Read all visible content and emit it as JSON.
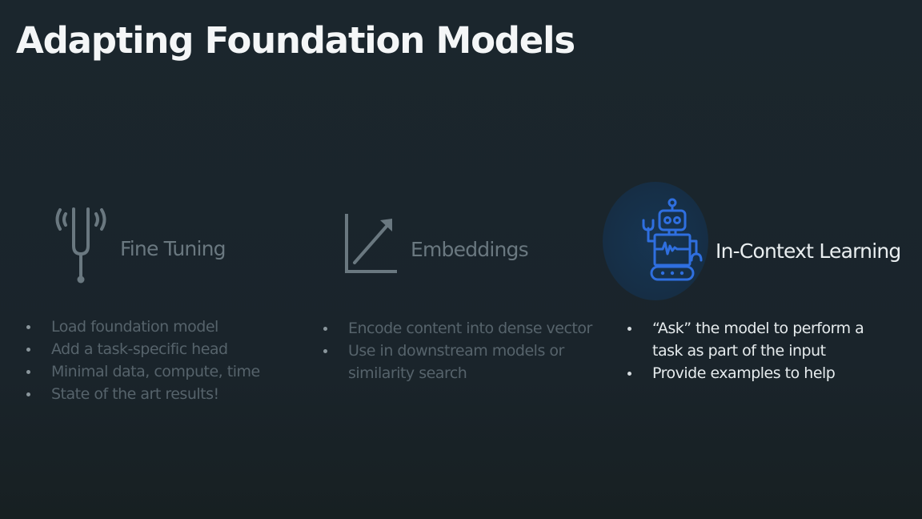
{
  "slide": {
    "title": "Adapting Foundation Models",
    "colors": {
      "background": "#1b262d",
      "title": "#f4f6f7",
      "dimmed_text": "#5b6870",
      "dimmed_icon": "#6a7880",
      "active_text": "#e9eef0",
      "accent_blue": "#2f6fe0",
      "accent_circle": "#16304a"
    },
    "columns": [
      {
        "label": "Fine Tuning",
        "icon": "tuning-fork-icon",
        "state": "dimmed",
        "bullets": [
          "Load foundation model",
          "Add a task-specific head",
          "Minimal data, compute, time",
          "State of the art results!"
        ]
      },
      {
        "label": "Embeddings",
        "icon": "vector-arrow-icon",
        "state": "dimmed",
        "bullets": [
          "Encode content into dense vector",
          "Use in downstream models or similarity search"
        ]
      },
      {
        "label": "In-Context Learning",
        "icon": "robot-icon",
        "state": "highlighted",
        "bullets": [
          "“Ask” the model to perform a task as part of the input",
          "Provide examples to help"
        ]
      }
    ]
  }
}
